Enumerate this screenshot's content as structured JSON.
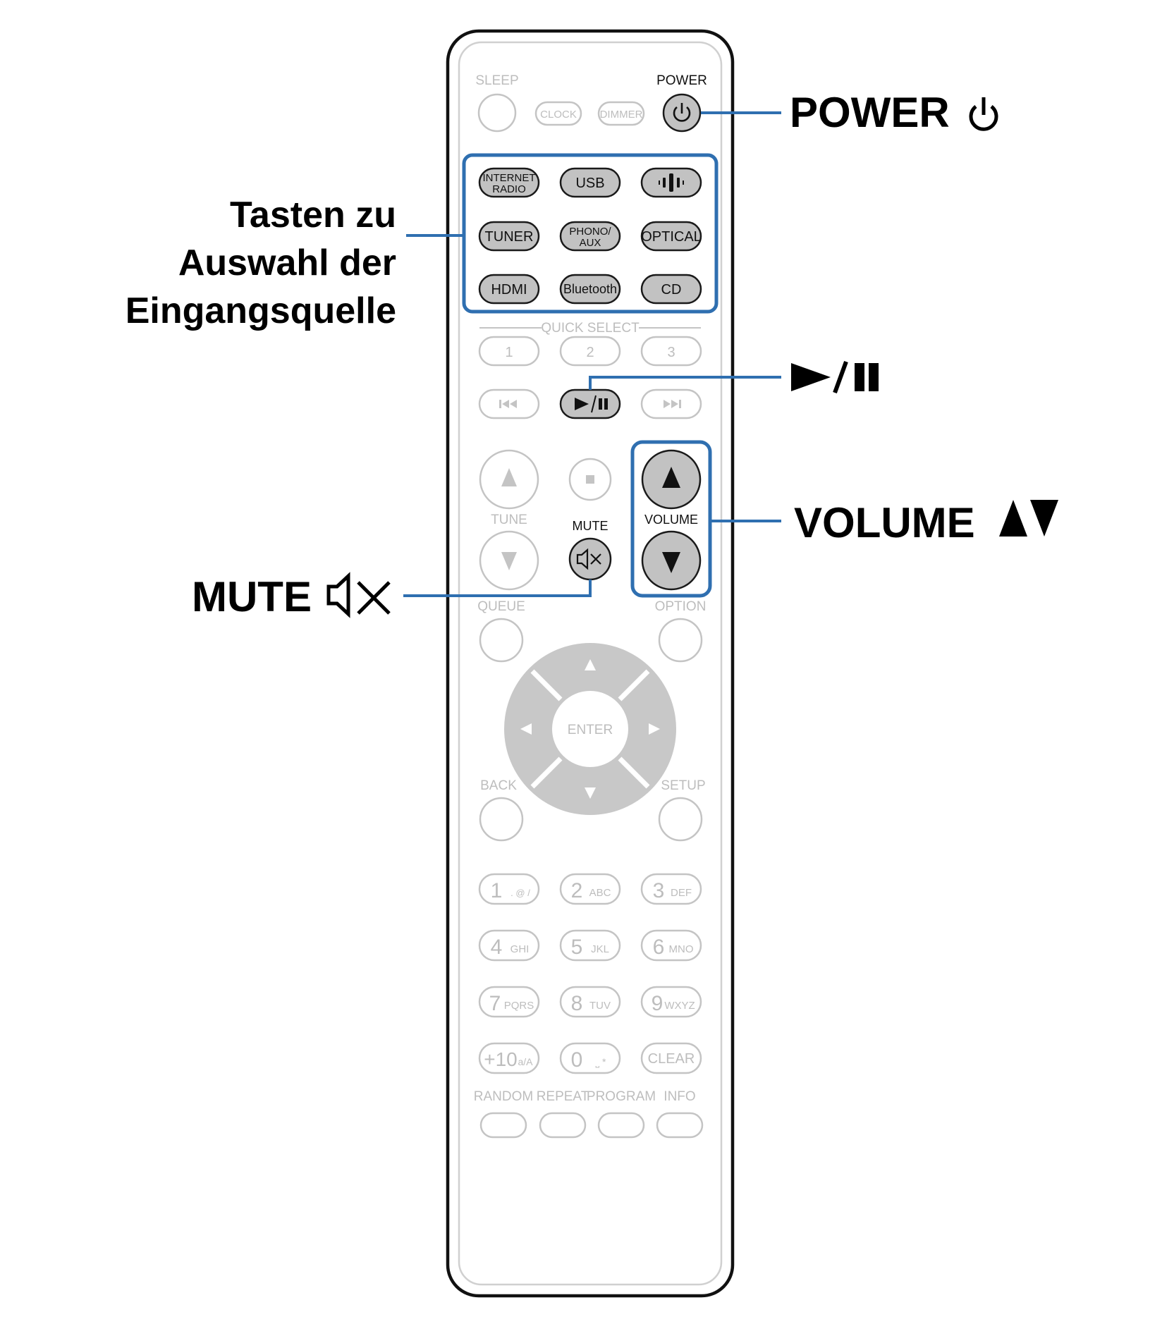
{
  "callouts": {
    "power": "POWER",
    "input_line1": "Tasten zu",
    "input_line2": "Auswahl der",
    "input_line3": "Eingangsquelle",
    "play_pause": "►/❚❚",
    "volume": "VOLUME",
    "mute": "MUTE"
  },
  "remote": {
    "top": {
      "sleep": "SLEEP",
      "power": "POWER",
      "clock": "CLOCK",
      "dimmer": "DIMMER"
    },
    "inputs": {
      "internet_radio_1": "INTERNET",
      "internet_radio_2": "RADIO",
      "usb": "USB",
      "tuner": "TUNER",
      "phono_1": "PHONO/",
      "phono_2": "AUX",
      "optical": "OPTICAL",
      "hdmi": "HDMI",
      "bluetooth": "Bluetooth",
      "cd": "CD"
    },
    "quick_select": {
      "label": "QUICK SELECT",
      "b1": "1",
      "b2": "2",
      "b3": "3"
    },
    "transport": {
      "tune": "TUNE",
      "mute": "MUTE",
      "volume": "VOLUME"
    },
    "nav": {
      "queue": "QUEUE",
      "option": "OPTION",
      "enter": "ENTER",
      "back": "BACK",
      "setup": "SETUP"
    },
    "keypad": {
      "k1": "1",
      "k1s": ". @ /",
      "k2": "2",
      "k2s": "ABC",
      "k3": "3",
      "k3s": "DEF",
      "k4": "4",
      "k4s": "GHI",
      "k5": "5",
      "k5s": "JKL",
      "k6": "6",
      "k6s": "MNO",
      "k7": "7",
      "k7s": "PQRS",
      "k8": "8",
      "k8s": "TUV",
      "k9": "9",
      "k9s": "WXYZ",
      "k10": "+10",
      "k10s": "a/A",
      "k0": "0",
      "k0s": "⎵ *",
      "clear": "CLEAR"
    },
    "bottom": {
      "random": "RANDOM",
      "repeat": "REPEAT",
      "program": "PROGRAM",
      "info": "INFO"
    }
  },
  "colors": {
    "highlight": "#2f6fb0",
    "active_button": "#c2c2c2",
    "inactive_button": "#c4c4c4"
  }
}
